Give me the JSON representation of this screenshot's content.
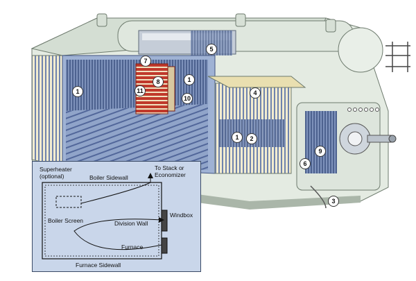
{
  "callouts": {
    "c1": "1",
    "c2": "2",
    "c3": "3",
    "c4": "4",
    "c5": "5",
    "c6": "6",
    "c7": "7",
    "c8": "8",
    "c9": "9",
    "c10": "10",
    "c11": "11"
  },
  "inset": {
    "superheater": "Superheater",
    "optional": "(optional)",
    "boiler_sidewall": "Boiler Sidewall",
    "to_stack": "To Stack or",
    "economizer": "Economizer",
    "boiler_screen": "Boiler Screen",
    "division_wall": "Division Wall",
    "windbox": "Windbox",
    "furnace": "Furnace",
    "furnace_sidewall": "Furnace Sidewall"
  },
  "colors": {
    "casing": "#e4ebe2",
    "casing_shadow": "#c9d3c8",
    "tubes": "#5b6f99",
    "tube_light": "#8fa3c8",
    "superheater": "#c0392b",
    "refractory": "#e9dfb0",
    "inset_bg": "#c9d6ea"
  }
}
